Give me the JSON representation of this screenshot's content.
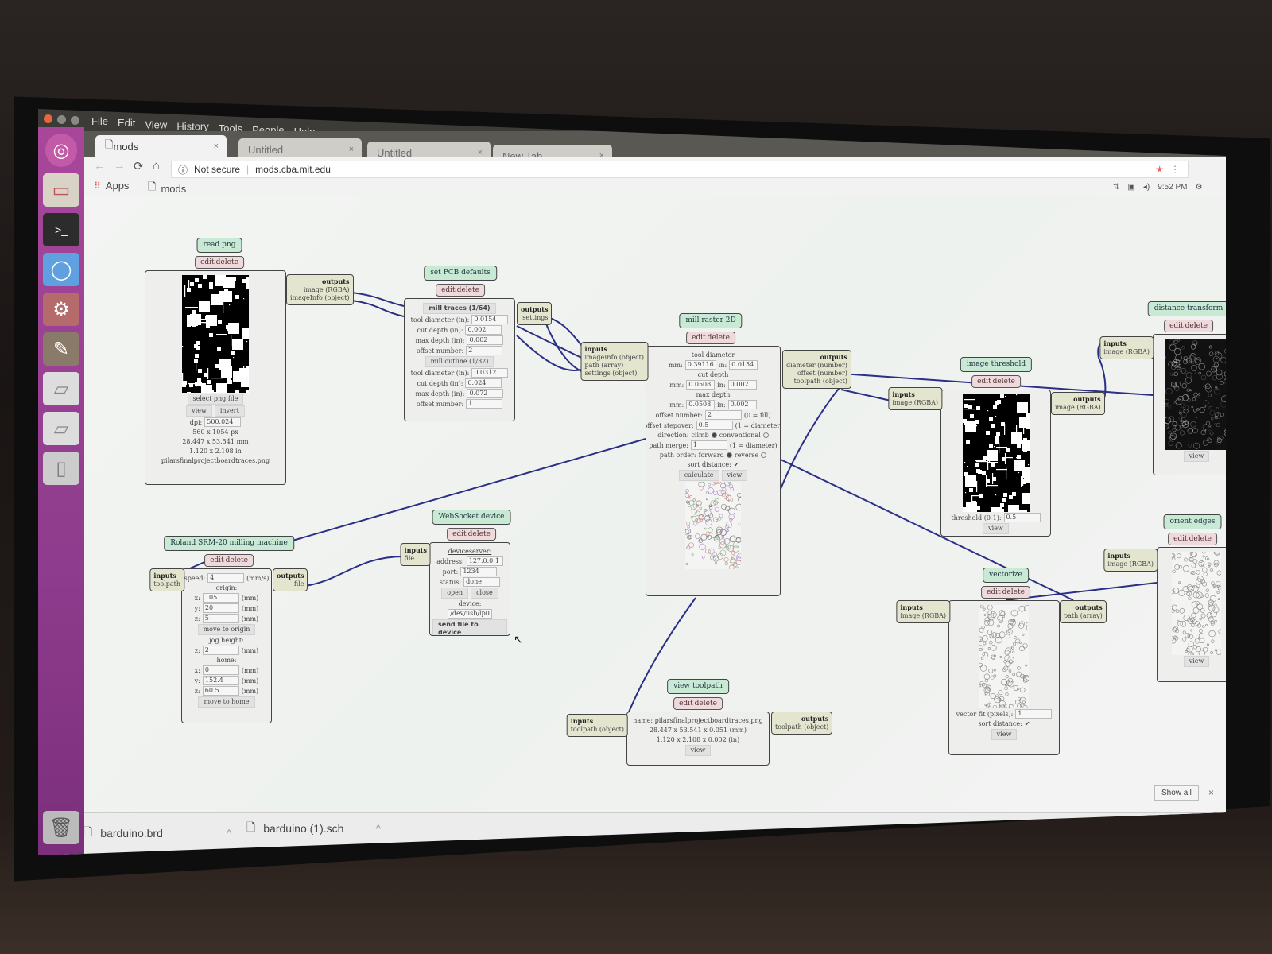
{
  "menu": [
    "File",
    "Edit",
    "View",
    "History",
    "Tools",
    "People",
    "Help"
  ],
  "tabs": [
    {
      "label": "mods",
      "active": true
    },
    {
      "label": "Untitled",
      "active": false
    },
    {
      "label": "Untitled",
      "active": false
    },
    {
      "label": "New Tab",
      "active": false
    }
  ],
  "tab_close": "×",
  "address": {
    "security": "Not secure",
    "url": "mods.cba.mit.edu"
  },
  "bookmarks": {
    "apps": "Apps",
    "mods": "mods"
  },
  "system": {
    "time": "9:52 PM"
  },
  "downloads": {
    "items": [
      "barduino.brd",
      "barduino (1).sch"
    ],
    "show_all": "Show all",
    "close": "×"
  },
  "module_actions": {
    "edit": "edit",
    "delete": "delete"
  },
  "port_labels": {
    "inputs": "inputs",
    "outputs": "outputs"
  },
  "colors": {
    "wire": "#2b2f86",
    "title_bg": "#c8ead5",
    "edit_bg": "#eed9dc",
    "port_bg": "#e4e5cf",
    "launcher": "#a8479a"
  },
  "modules": [
    {
      "title": "read png",
      "outputs": [
        "image (RGBA)",
        "imageInfo (object)"
      ],
      "rows": [
        {
          "t": "image",
          "kind": "pcb"
        },
        {
          "t": "button",
          "v": "select png file"
        },
        {
          "t": "buttons",
          "v": [
            "view",
            "invert"
          ]
        },
        {
          "t": "field",
          "label": "dpi:",
          "value": "500.024"
        },
        {
          "t": "text",
          "v": "560 x 1054 px"
        },
        {
          "t": "text",
          "v": "28.447 x 53.541 mm"
        },
        {
          "t": "text",
          "v": "1.120 x 2.108 in"
        },
        {
          "t": "text",
          "v": "pilarsfinalprojectboardtraces.png"
        }
      ]
    },
    {
      "title": "set PCB defaults",
      "outputs": [
        "settings"
      ],
      "rows": [
        {
          "t": "button",
          "v": "mill traces (1/64)",
          "bold": true
        },
        {
          "t": "field",
          "label": "tool diameter (in):",
          "value": "0.0154"
        },
        {
          "t": "field",
          "label": "cut depth (in):",
          "value": "0.002"
        },
        {
          "t": "field",
          "label": "max depth (in):",
          "value": "0.002"
        },
        {
          "t": "field",
          "label": "offset number:",
          "value": "2"
        },
        {
          "t": "button",
          "v": "mill outline (1/32)"
        },
        {
          "t": "field",
          "label": "tool diameter (in):",
          "value": "0.0312"
        },
        {
          "t": "field",
          "label": "cut depth (in):",
          "value": "0.024"
        },
        {
          "t": "field",
          "label": "max depth (in):",
          "value": "0.072"
        },
        {
          "t": "field",
          "label": "offset number:",
          "value": "1"
        }
      ]
    },
    {
      "title": "mill raster 2D",
      "inputs": [
        "imageInfo (object)",
        "path (array)",
        "settings (object)"
      ],
      "outputs": [
        "diameter (number)",
        "offset (number)",
        "toolpath (object)"
      ],
      "rows": [
        {
          "t": "text",
          "v": "tool diameter"
        },
        {
          "t": "pair",
          "a": "mm:",
          "av": "0.39116",
          "b": "in:",
          "bv": "0.0154"
        },
        {
          "t": "text",
          "v": "cut depth"
        },
        {
          "t": "pair",
          "a": "mm:",
          "av": "0.0508",
          "b": "in:",
          "bv": "0.002"
        },
        {
          "t": "text",
          "v": "max depth"
        },
        {
          "t": "pair",
          "a": "mm:",
          "av": "0.0508",
          "b": "in:",
          "bv": "0.002"
        },
        {
          "t": "field",
          "label": "offset number:",
          "value": "2",
          "unit": "(0 = fill)"
        },
        {
          "t": "field",
          "label": "offset stepover:",
          "value": "0.5",
          "unit": "(1 = diameter)"
        },
        {
          "t": "radio",
          "label": "direction:",
          "options": [
            "climb",
            "conventional"
          ],
          "selected": 0
        },
        {
          "t": "field",
          "label": "path merge:",
          "value": "1",
          "unit": "(1 = diameter)"
        },
        {
          "t": "radio",
          "label": "path order:",
          "options": [
            "forward",
            "reverse"
          ],
          "selected": 0
        },
        {
          "t": "check",
          "label": "sort distance:",
          "checked": true
        },
        {
          "t": "buttons",
          "v": [
            "calculate",
            "view"
          ]
        },
        {
          "t": "image",
          "kind": "toolpath"
        }
      ]
    },
    {
      "title": "image threshold",
      "inputs": [
        "image (RGBA)"
      ],
      "outputs": [
        "image (RGBA)"
      ],
      "rows": [
        {
          "t": "image",
          "kind": "pcb"
        },
        {
          "t": "field",
          "label": "threshold (0-1):",
          "value": "0.5"
        },
        {
          "t": "button",
          "v": "view"
        }
      ]
    },
    {
      "title": "distance transform",
      "inputs": [
        "image (RGBA)"
      ],
      "rows": [
        {
          "t": "image",
          "kind": "dist"
        },
        {
          "t": "button",
          "v": "view"
        }
      ]
    },
    {
      "title": "vectorize",
      "inputs": [
        "image (RGBA)"
      ],
      "outputs": [
        "path (array)"
      ],
      "rows": [
        {
          "t": "image",
          "kind": "vector"
        },
        {
          "t": "field",
          "label": "vector fit (pixels):",
          "value": "1"
        },
        {
          "t": "check",
          "label": "sort distance:",
          "checked": true
        },
        {
          "t": "button",
          "v": "view"
        }
      ]
    },
    {
      "title": "orient edges",
      "inputs": [
        "image (RGBA)"
      ],
      "rows": [
        {
          "t": "image",
          "kind": "vector"
        },
        {
          "t": "button",
          "v": "view"
        }
      ]
    },
    {
      "title": "Roland SRM-20 milling machine",
      "inputs": [
        "toolpath"
      ],
      "outputs": [
        "file"
      ],
      "rows": [
        {
          "t": "field",
          "label": "speed:",
          "value": "4",
          "unit": "(mm/s)"
        },
        {
          "t": "text",
          "v": "origin:"
        },
        {
          "t": "field",
          "label": "x:",
          "value": "105",
          "unit": "(mm)"
        },
        {
          "t": "field",
          "label": "y:",
          "value": "20",
          "unit": "(mm)"
        },
        {
          "t": "field",
          "label": "z:",
          "value": "5",
          "unit": "(mm)"
        },
        {
          "t": "button",
          "v": "move to origin"
        },
        {
          "t": "text",
          "v": "jog height:"
        },
        {
          "t": "field",
          "label": "z:",
          "value": "2",
          "unit": "(mm)"
        },
        {
          "t": "text",
          "v": "home:"
        },
        {
          "t": "field",
          "label": "x:",
          "value": "0",
          "unit": "(mm)"
        },
        {
          "t": "field",
          "label": "y:",
          "value": "152.4",
          "unit": "(mm)"
        },
        {
          "t": "field",
          "label": "z:",
          "value": "60.5",
          "unit": "(mm)"
        },
        {
          "t": "button",
          "v": "move to home"
        }
      ]
    },
    {
      "title": "WebSocket device",
      "inputs": [
        "file"
      ],
      "rows": [
        {
          "t": "text",
          "v": "deviceserver:",
          "underline": true
        },
        {
          "t": "field",
          "label": "address:",
          "value": "127.0.0.1"
        },
        {
          "t": "field",
          "label": "port:",
          "value": "1234"
        },
        {
          "t": "field",
          "label": "status:",
          "value": "done"
        },
        {
          "t": "buttons",
          "v": [
            "open",
            "close"
          ]
        },
        {
          "t": "text",
          "v": "device:"
        },
        {
          "t": "field",
          "label": "",
          "value": "/dev/usb/lp0"
        },
        {
          "t": "button",
          "v": "send file to device",
          "bold": true
        }
      ]
    },
    {
      "title": "view toolpath",
      "inputs": [
        "toolpath (object)"
      ],
      "outputs": [
        "toolpath (object)"
      ],
      "rows": [
        {
          "t": "text",
          "v": "name: pilarsfinalprojectboardtraces.png"
        },
        {
          "t": "text",
          "v": "28.447 x 53.541 x 0.051 (mm)"
        },
        {
          "t": "text",
          "v": "1.120 x 2.108 x 0.002 (in)"
        },
        {
          "t": "button",
          "v": "view"
        }
      ]
    }
  ]
}
